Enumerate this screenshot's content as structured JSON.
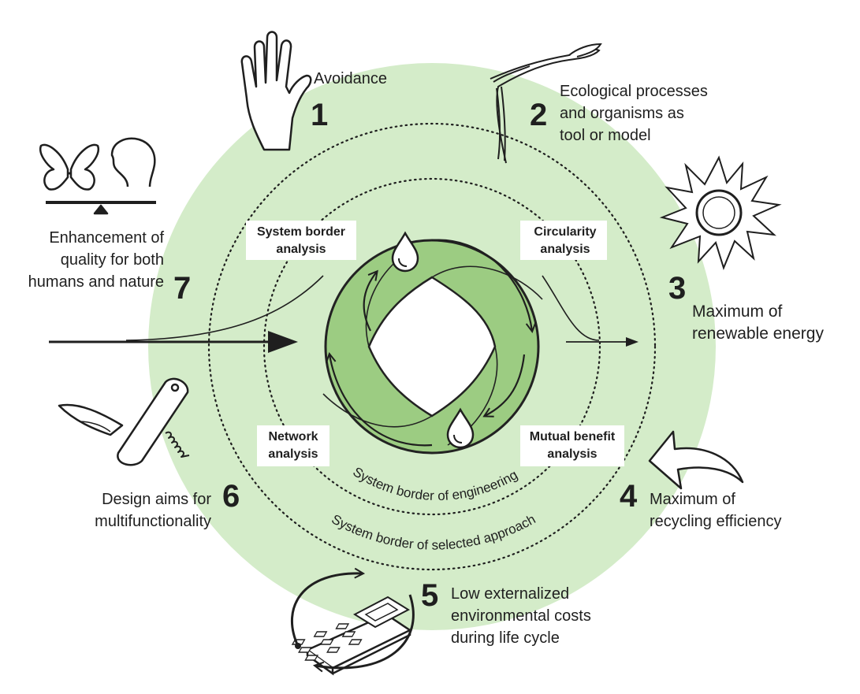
{
  "colors": {
    "ring_fill": "#d4ecc9",
    "core_fill": "#9ccc82",
    "core_stroke": "#222222",
    "ink": "#1f1f1f"
  },
  "principles": [
    {
      "number": "1",
      "label": "Avoidance",
      "icon": "hand-icon"
    },
    {
      "number": "2",
      "label": "Ecological processes\nand organisms as\ntool or model",
      "icon": "plant-stem-icon"
    },
    {
      "number": "3",
      "label": "Maximum of\nrenewable energy",
      "icon": "sun-icon"
    },
    {
      "number": "4",
      "label": "Maximum of\nrecycling efficiency",
      "icon": "recycle-arrow-icon"
    },
    {
      "number": "5",
      "label": "Low externalized\nenvironmental costs\nduring life cycle",
      "icon": "calculator-icon"
    },
    {
      "number": "6",
      "label": "Design aims for\nmultifunctionality",
      "icon": "pocket-knife-icon"
    },
    {
      "number": "7",
      "label": "Enhancement of\nquality for both\nhumans and nature",
      "icon": "butterfly-human-balance-icon"
    }
  ],
  "analyses": {
    "system_border": "System border\nanalysis",
    "circularity": "Circularity\nanalysis",
    "network": "Network\nanalysis",
    "mutual_benefit": "Mutual benefit\nanalysis"
  },
  "borders": {
    "engineering": "System border of engineering",
    "selected_approach": "System border of selected approach"
  }
}
